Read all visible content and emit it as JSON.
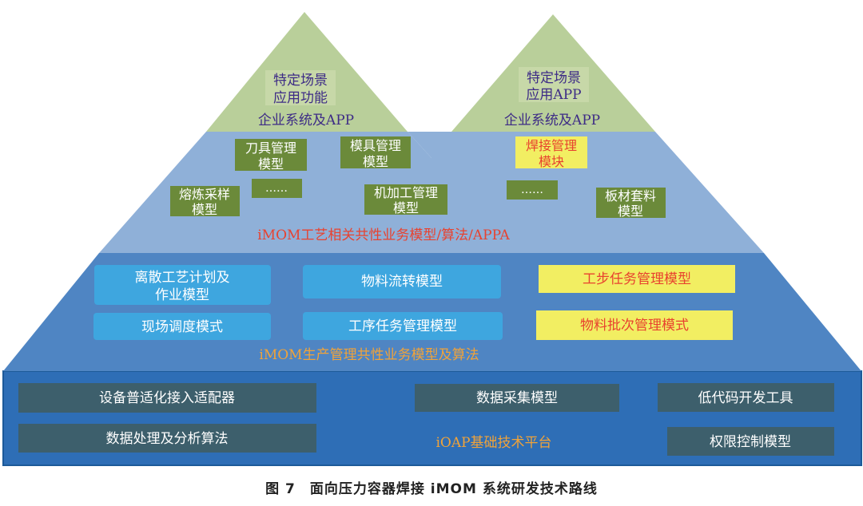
{
  "colors": {
    "peak_fill": "#b9cf9a",
    "band_light": "#8fb0d8",
    "band_mid": "#4f85c3",
    "base_fill": "#2e6eb6",
    "base_border": "#1d5a99",
    "model_box": "#6b8a3a",
    "highlight_box": "#f2ee62",
    "cyan_box": "#3ea6df",
    "dark_box": "#3d5f6c",
    "purple_text": "#3d2b86",
    "red_text": "#e8422f",
    "orange_text": "#f1a339"
  },
  "peaks": {
    "left": {
      "line1": "特定场景",
      "line2": "应用功能",
      "label": "企业系统及APP"
    },
    "right": {
      "line1": "特定场景",
      "line2": "应用APP",
      "label": "企业系统及APP"
    }
  },
  "process_layer": {
    "boxes": [
      {
        "line1": "刀具管理",
        "line2": "模型"
      },
      {
        "line1": "模具管理",
        "line2": "模型"
      },
      {
        "line1": "焊接管理",
        "line2": "模块"
      },
      {
        "line1": "……"
      },
      {
        "line1": "熔炼采样",
        "line2": "模型"
      },
      {
        "line1": "机加工管理",
        "line2": "模型"
      },
      {
        "line1": "……"
      },
      {
        "line1": "板材套料",
        "line2": "模型"
      }
    ],
    "label": "iMOM工艺相关共性业务模型/算法/APPA"
  },
  "production_layer": {
    "boxes": [
      {
        "line1": "离散工艺计划及",
        "line2": "作业模型"
      },
      {
        "line1": "物料流转模型"
      },
      {
        "line1": "工步任务管理模型"
      },
      {
        "line1": "现场调度模式"
      },
      {
        "line1": "工序任务管理模型"
      },
      {
        "line1": "物料批次管理模式"
      }
    ],
    "label": "iMOM生产管理共性业务模型及算法"
  },
  "base_layer": {
    "boxes": [
      {
        "line1": "设备普适化接入适配器"
      },
      {
        "line1": "数据采集模型"
      },
      {
        "line1": "低代码开发工具"
      },
      {
        "line1": "数据处理及分析算法"
      },
      {
        "line1": "权限控制模型"
      }
    ],
    "label": "iOAP基础技术平台"
  },
  "caption": "图 7　面向压力容器焊接 iMOM 系统研发技术路线"
}
